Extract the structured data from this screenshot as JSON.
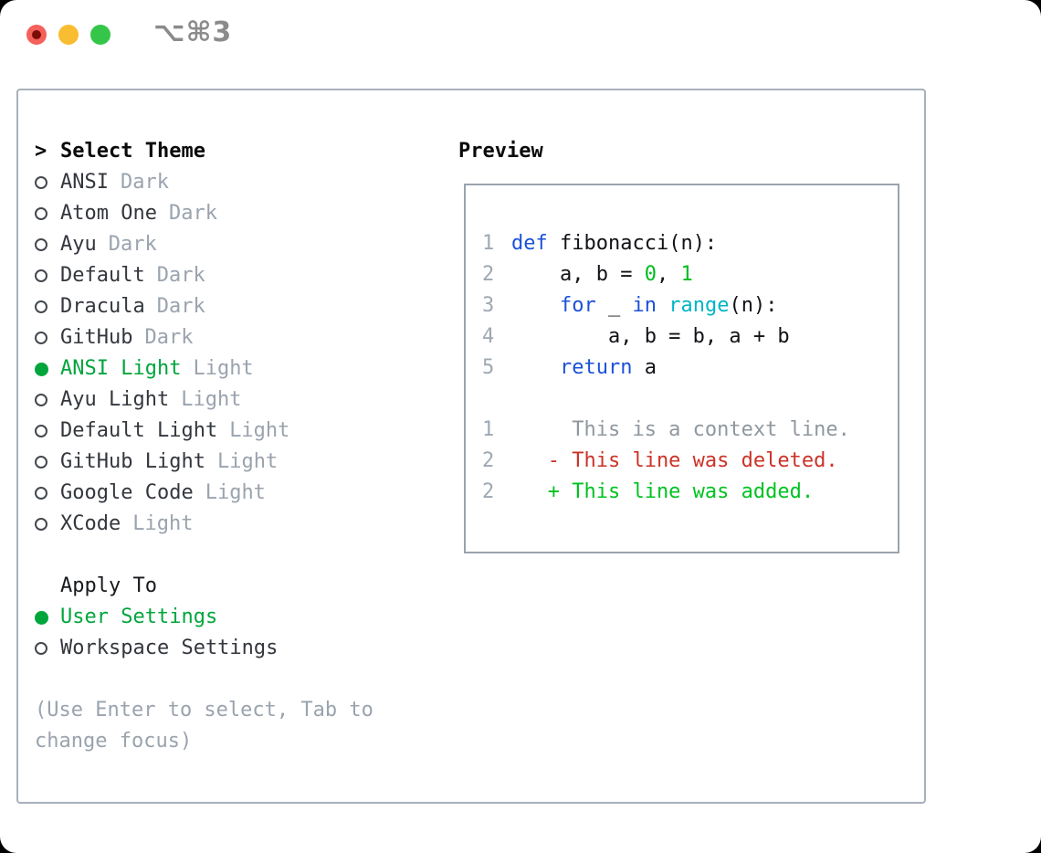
{
  "window": {
    "shortcut": "⌥⌘3"
  },
  "theme_selector": {
    "prompt": ">",
    "title": "Select Theme",
    "themes": [
      {
        "name": "ANSI",
        "variant": "Dark",
        "selected": false
      },
      {
        "name": "Atom One",
        "variant": "Dark",
        "selected": false
      },
      {
        "name": "Ayu",
        "variant": "Dark",
        "selected": false
      },
      {
        "name": "Default",
        "variant": "Dark",
        "selected": false
      },
      {
        "name": "Dracula",
        "variant": "Dark",
        "selected": false
      },
      {
        "name": "GitHub",
        "variant": "Dark",
        "selected": false
      },
      {
        "name": "ANSI Light",
        "variant": "Light",
        "selected": true
      },
      {
        "name": "Ayu Light",
        "variant": "Light",
        "selected": false
      },
      {
        "name": "Default Light",
        "variant": "Light",
        "selected": false
      },
      {
        "name": "GitHub Light",
        "variant": "Light",
        "selected": false
      },
      {
        "name": "Google Code",
        "variant": "Light",
        "selected": false
      },
      {
        "name": "XCode",
        "variant": "Light",
        "selected": false
      }
    ],
    "apply_to": {
      "title": "Apply To",
      "options": [
        {
          "label": "User Settings",
          "selected": true
        },
        {
          "label": "Workspace Settings",
          "selected": false
        }
      ]
    },
    "help_text": "(Use Enter to select, Tab to change focus)"
  },
  "preview": {
    "title": "Preview",
    "lines": [
      {
        "num": "1",
        "segments": [
          {
            "text": "def",
            "token": "keyword"
          },
          {
            "text": " fibonacci(n):",
            "token": "plain"
          }
        ]
      },
      {
        "num": "2",
        "segments": [
          {
            "text": "    a, b = ",
            "token": "plain"
          },
          {
            "text": "0",
            "token": "number"
          },
          {
            "text": ", ",
            "token": "plain"
          },
          {
            "text": "1",
            "token": "number"
          }
        ]
      },
      {
        "num": "3",
        "segments": [
          {
            "text": "    ",
            "token": "plain"
          },
          {
            "text": "for",
            "token": "keyword"
          },
          {
            "text": " _ ",
            "token": "plain"
          },
          {
            "text": "in",
            "token": "keyword"
          },
          {
            "text": " ",
            "token": "plain"
          },
          {
            "text": "range",
            "token": "builtin"
          },
          {
            "text": "(n):",
            "token": "plain"
          }
        ]
      },
      {
        "num": "4",
        "segments": [
          {
            "text": "        a, b = b, a + b",
            "token": "plain"
          }
        ]
      },
      {
        "num": "5",
        "segments": [
          {
            "text": "    ",
            "token": "plain"
          },
          {
            "text": "return",
            "token": "keyword"
          },
          {
            "text": " a",
            "token": "plain"
          }
        ]
      },
      {
        "num": "",
        "segments": []
      },
      {
        "num": "1",
        "segments": [
          {
            "text": "     This is a context line.",
            "token": "context"
          }
        ]
      },
      {
        "num": "2",
        "segments": [
          {
            "text": "   - This line was deleted.",
            "token": "deleted"
          }
        ]
      },
      {
        "num": "2",
        "segments": [
          {
            "text": "   + This line was added.",
            "token": "added"
          }
        ]
      }
    ]
  },
  "colors": {
    "accent_green": "#00a53c",
    "keyword_blue": "#1b51d9",
    "builtin_cyan": "#00b5c6",
    "number_green": "#00bc20",
    "added_green": "#00c221",
    "deleted_red": "#cb3328",
    "context_gray": "#8f979f",
    "line_number_gray": "#9fa8b2",
    "muted_gray": "#9aa3ae",
    "text_dark": "#33373d",
    "heading_black": "#0a0a0a",
    "panel_border": "#a8b0ba",
    "box_border": "#9aa3ae",
    "tl_red": "#f4605a",
    "tl_red_inner": "#7c0d06",
    "tl_yellow": "#f8bd30",
    "tl_green": "#35c649",
    "shortcut_gray": "#8b8b8b"
  }
}
